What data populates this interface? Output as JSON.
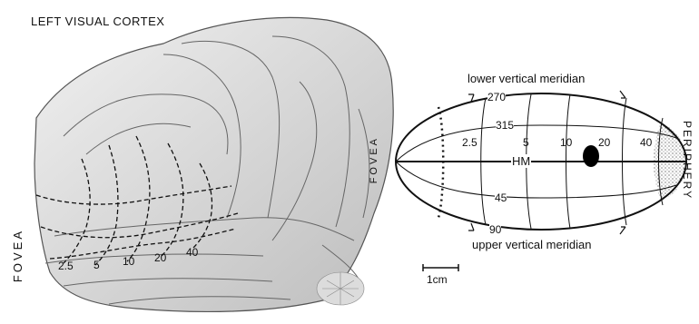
{
  "brain": {
    "title": "LEFT VISUAL CORTEX",
    "fovea_label": "FOVEA",
    "eccentricity_labels": [
      "2.5",
      "5",
      "10",
      "20",
      "40"
    ]
  },
  "map": {
    "top_meridian_label": "lower vertical meridian",
    "bottom_meridian_label": "upper vertical meridian",
    "fovea_label": "FOVEA",
    "periphery_label": "PERIPHERY",
    "hm_label": "HM",
    "angle_labels": [
      "270",
      "315",
      "45",
      "90"
    ],
    "eccentricity_labels": [
      "2.5",
      "5",
      "10",
      "20",
      "40"
    ],
    "scale_bar_label": "1cm"
  }
}
